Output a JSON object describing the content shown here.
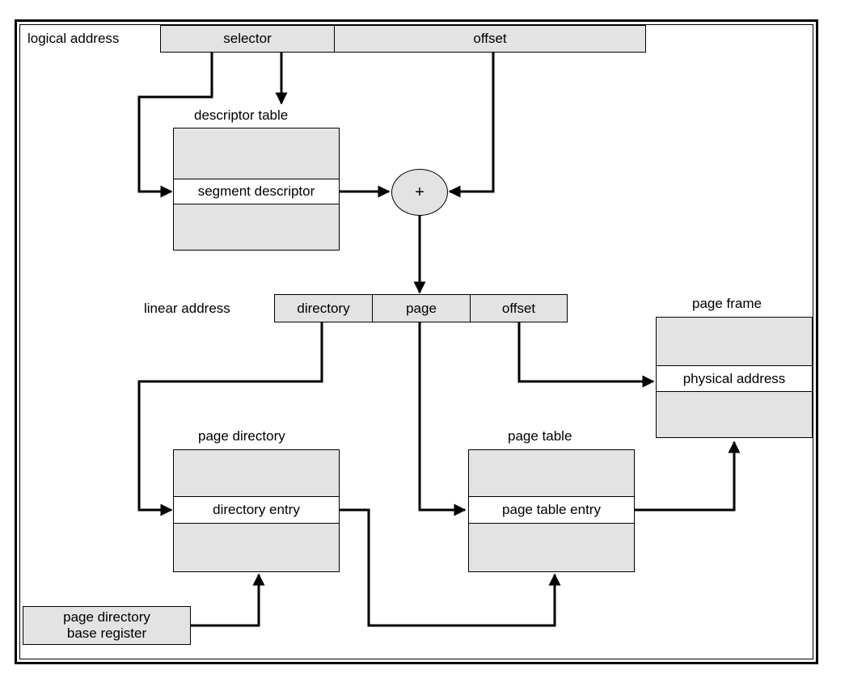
{
  "logical_address": {
    "label": "logical address",
    "fields": [
      "selector",
      "offset"
    ]
  },
  "descriptor_table": {
    "title": "descriptor table",
    "entry": "segment descriptor"
  },
  "adder": {
    "symbol": "+"
  },
  "linear_address": {
    "label": "linear address",
    "fields": [
      "directory",
      "page",
      "offset"
    ]
  },
  "page_directory": {
    "title": "page directory",
    "entry": "directory entry"
  },
  "page_table": {
    "title": "page table",
    "entry": "page table entry"
  },
  "page_frame": {
    "title": "page frame",
    "entry": "physical address"
  },
  "pdbr": {
    "line1": "page directory",
    "line2": "base register"
  }
}
